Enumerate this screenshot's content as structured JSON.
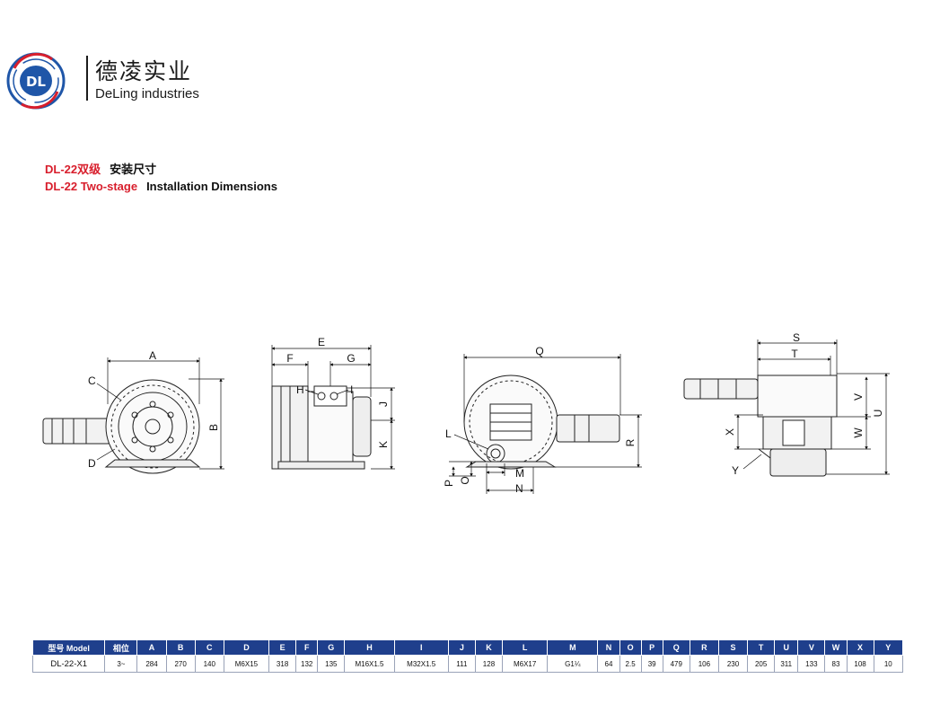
{
  "brand": {
    "logo_text": "DL",
    "name_cn": "德凌实业",
    "name_en": "DeLing industries",
    "colors": {
      "logo_blue": "#1f56a8",
      "logo_red": "#d81e2c"
    }
  },
  "heading": {
    "line1_red": "DL-22双级",
    "line1_black": "安装尺寸",
    "line2_red": "DL-22 Two-stage",
    "line2_black": "Installation Dimensions"
  },
  "drawing": {
    "labels": {
      "A": "A",
      "B": "B",
      "C": "C",
      "D": "D",
      "E": "E",
      "F": "F",
      "G": "G",
      "H": "H",
      "I": "I",
      "J": "J",
      "K": "K",
      "L": "L",
      "M": "M",
      "N": "N",
      "O": "O",
      "P": "P",
      "Q": "Q",
      "R": "R",
      "S": "S",
      "T": "T",
      "U": "U",
      "V": "V",
      "W": "W",
      "X": "X",
      "Y": "Y"
    }
  },
  "table": {
    "headers": [
      "型号 Model",
      "相位",
      "A",
      "B",
      "C",
      "D",
      "E",
      "F",
      "G",
      "H",
      "I",
      "J",
      "K",
      "L",
      "M",
      "N",
      "O",
      "P",
      "Q",
      "R",
      "S",
      "T",
      "U",
      "V",
      "W",
      "X",
      "Y"
    ],
    "rows": [
      [
        "DL-22-X1",
        "3~",
        "284",
        "270",
        "140",
        "M6X15",
        "318",
        "132",
        "135",
        "M16X1.5",
        "M32X1.5",
        "111",
        "128",
        "M6X17",
        "G1¼",
        "64",
        "2.5",
        "39",
        "479",
        "106",
        "230",
        "205",
        "311",
        "133",
        "83",
        "108",
        "10"
      ]
    ],
    "colors": {
      "header_bg": "#1f3f8c",
      "header_text": "#ffffff"
    }
  }
}
